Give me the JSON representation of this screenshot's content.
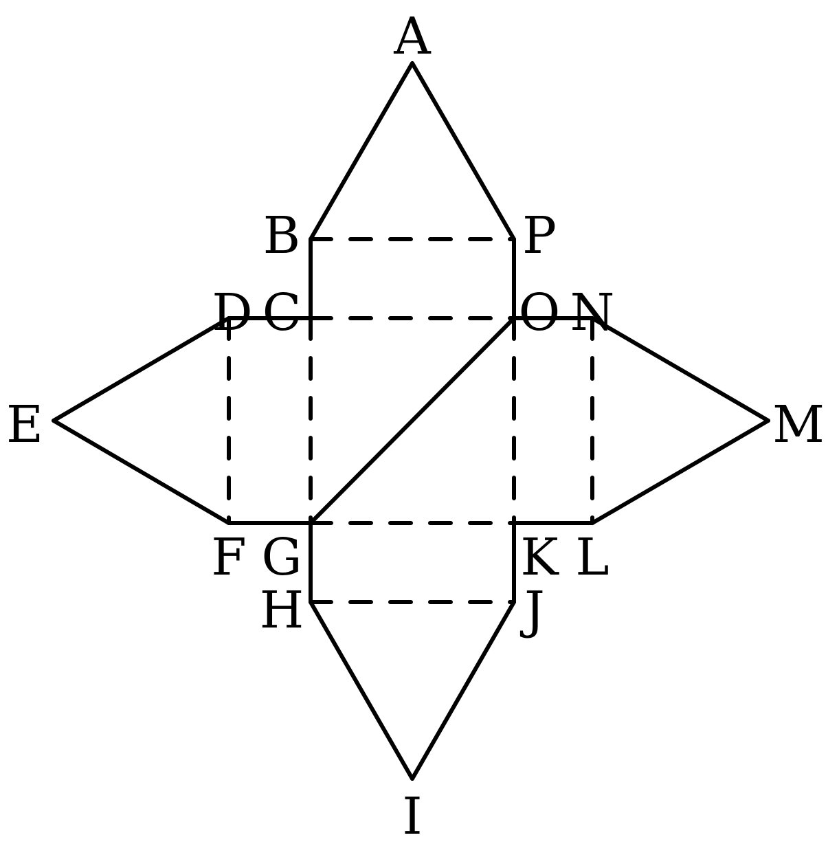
{
  "diagram": {
    "labels": [
      "A",
      "B",
      "P",
      "C",
      "D",
      "O",
      "N",
      "E",
      "M",
      "F",
      "G",
      "K",
      "L",
      "H",
      "J",
      "I"
    ],
    "solid_edges": [
      [
        "A",
        "B"
      ],
      [
        "A",
        "P"
      ],
      [
        "B",
        "C"
      ],
      [
        "P",
        "O"
      ],
      [
        "D",
        "C"
      ],
      [
        "O",
        "N"
      ],
      [
        "D",
        "E"
      ],
      [
        "E",
        "F"
      ],
      [
        "F",
        "G"
      ],
      [
        "G",
        "H"
      ],
      [
        "H",
        "I"
      ],
      [
        "I",
        "J"
      ],
      [
        "J",
        "K"
      ],
      [
        "K",
        "L"
      ],
      [
        "L",
        "M"
      ],
      [
        "M",
        "N"
      ],
      [
        "G",
        "O"
      ]
    ],
    "dashed_edges": [
      [
        "B",
        "P"
      ],
      [
        "C",
        "O"
      ],
      [
        "C",
        "G"
      ],
      [
        "D",
        "F"
      ],
      [
        "O",
        "K"
      ],
      [
        "N",
        "L"
      ],
      [
        "G",
        "K"
      ],
      [
        "H",
        "J"
      ]
    ],
    "stroke_color": "#000000"
  }
}
